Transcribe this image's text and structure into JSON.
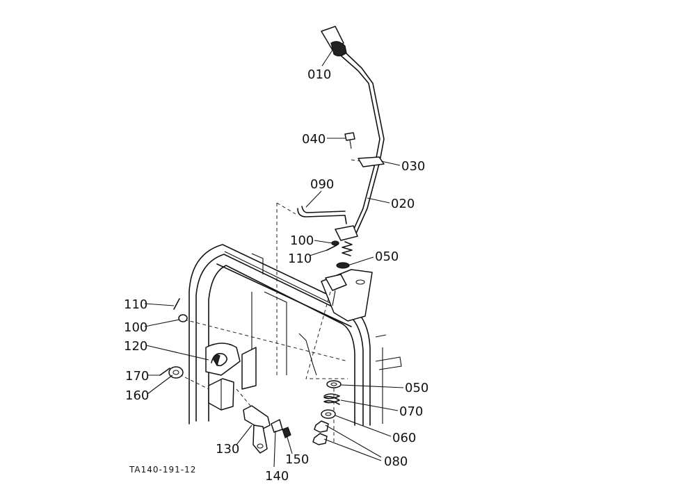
{
  "figure_code": "TA140-191-12",
  "callouts": [
    {
      "id": "c010a",
      "text": "010"
    },
    {
      "id": "c040a",
      "text": "040"
    },
    {
      "id": "c030a",
      "text": "030"
    },
    {
      "id": "c090a",
      "text": "090"
    },
    {
      "id": "c020a",
      "text": "020"
    },
    {
      "id": "c100a",
      "text": "100"
    },
    {
      "id": "c110a",
      "text": "110"
    },
    {
      "id": "c050a",
      "text": "050"
    },
    {
      "id": "c110b",
      "text": "110"
    },
    {
      "id": "c100b",
      "text": "100"
    },
    {
      "id": "c120a",
      "text": "120"
    },
    {
      "id": "c170a",
      "text": "170"
    },
    {
      "id": "c160a",
      "text": "160"
    },
    {
      "id": "c050b",
      "text": "050"
    },
    {
      "id": "c070a",
      "text": "070"
    },
    {
      "id": "c060a",
      "text": "060"
    },
    {
      "id": "c080a",
      "text": "080"
    },
    {
      "id": "c130a",
      "text": "130"
    },
    {
      "id": "c140a",
      "text": "140"
    },
    {
      "id": "c150a",
      "text": "150"
    }
  ]
}
